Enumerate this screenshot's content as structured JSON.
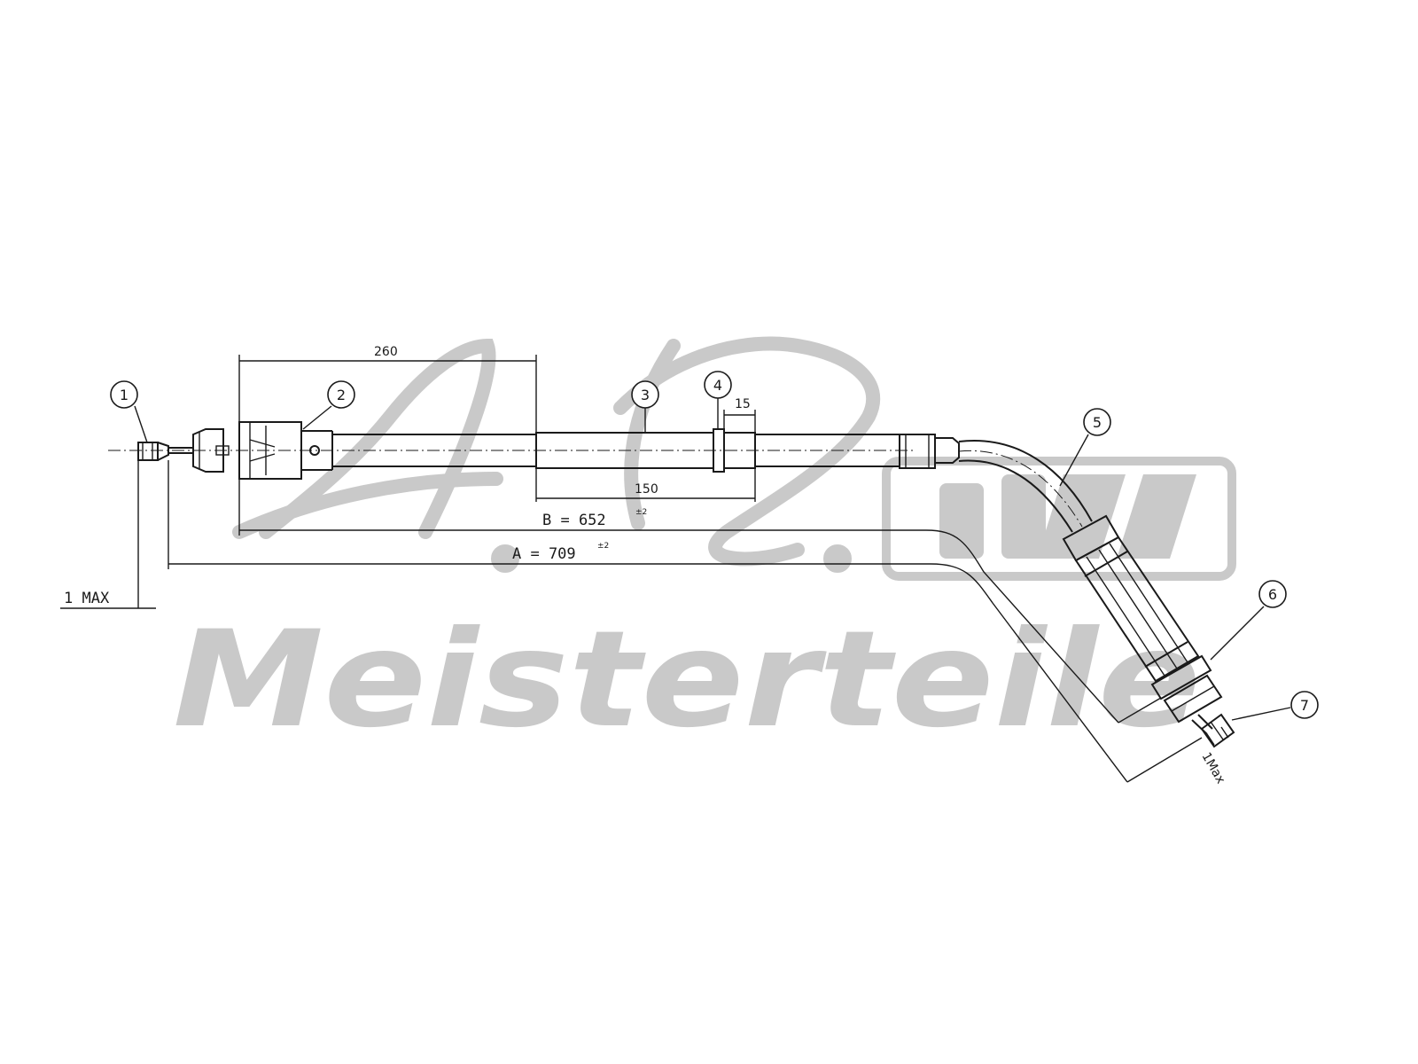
{
  "watermark": {
    "monogram": "A.L.",
    "brand": "Meisterteile",
    "color": "#c9c9c9"
  },
  "drawing": {
    "line_color": "#1a1a1a",
    "positions": [
      {
        "number": "1"
      },
      {
        "number": "2"
      },
      {
        "number": "3"
      },
      {
        "number": "4"
      },
      {
        "number": "5"
      },
      {
        "number": "6"
      },
      {
        "number": "7"
      }
    ],
    "dimensions": {
      "d260": "260",
      "d15": "15",
      "d150": "150",
      "b_text": "B = 652",
      "b_tol": "±2",
      "a_text": "A = 709",
      "a_tol": "±2",
      "left_max": "1 MAX",
      "right_max": "1Max"
    }
  }
}
